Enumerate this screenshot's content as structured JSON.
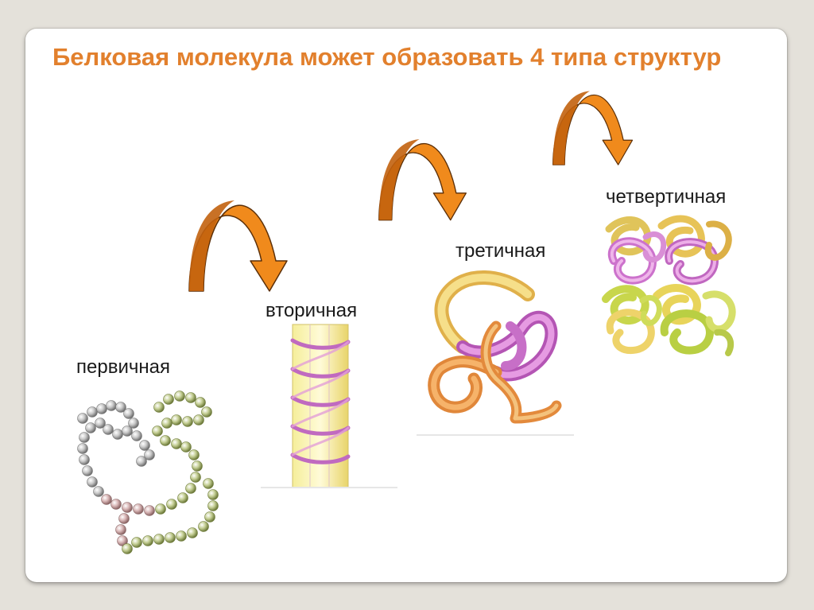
{
  "slide": {
    "title": "Белковая молекула может образовать 4 типа структур"
  },
  "stages": [
    {
      "id": "primary",
      "label": "первичная"
    },
    {
      "id": "secondary",
      "label": "вторичная"
    },
    {
      "id": "tertiary",
      "label": "третичная"
    },
    {
      "id": "quaternary",
      "label": "четвертичная"
    }
  ],
  "colors": {
    "title": "#e2802d",
    "arrow_light": "#f08a1c",
    "arrow_dark": "#c2620e",
    "arrow_outline": "#5b2f08"
  }
}
